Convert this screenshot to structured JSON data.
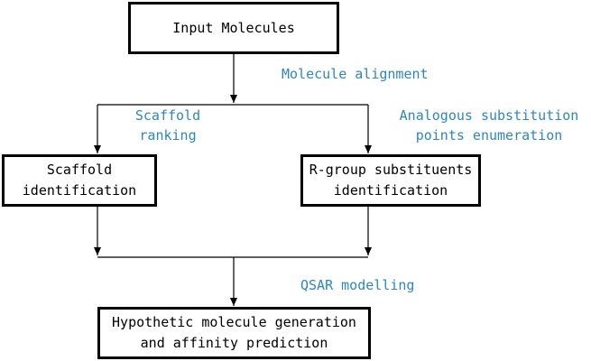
{
  "colors": {
    "box_border": "#000000",
    "box_text": "#000000",
    "annotation_text": "#2e86c1",
    "line": "#000000"
  },
  "boxes": {
    "input": {
      "line1": "Input Molecules"
    },
    "scaffold": {
      "line1": "Scaffold",
      "line2": "identification"
    },
    "rgroup": {
      "line1": "R-group substituents",
      "line2": "identification"
    },
    "output": {
      "line1": "Hypothetic molecule generation",
      "line2": "and affinity prediction"
    }
  },
  "annotations": {
    "alignment": {
      "line1": "Molecule alignment"
    },
    "ranking": {
      "line1": "Scaffold",
      "line2": "ranking"
    },
    "enumeration": {
      "line1": "Analogous substitution",
      "line2": "points enumeration"
    },
    "qsar": {
      "line1": "QSAR modelling"
    }
  }
}
